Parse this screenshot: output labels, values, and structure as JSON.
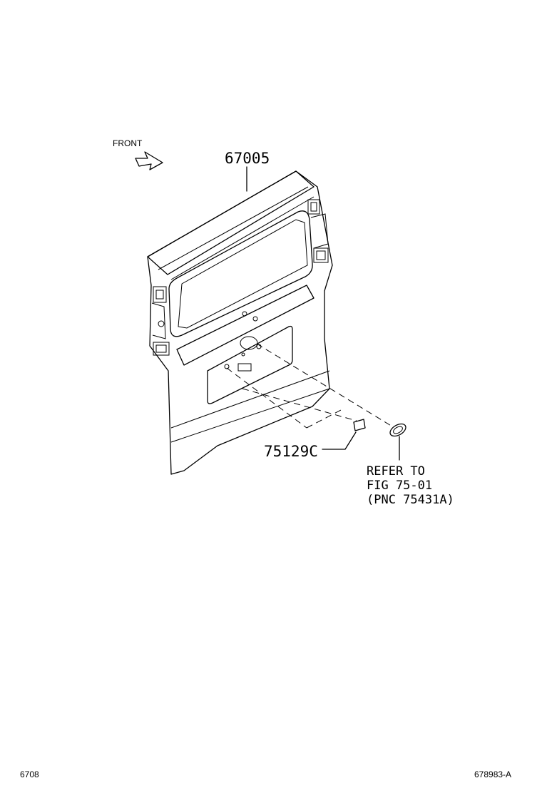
{
  "front_label": "FRONT",
  "parts": {
    "back_door_panel": "67005",
    "clip": "75129C"
  },
  "reference_note": {
    "line1": "REFER TO",
    "line2": "FIG 75-01",
    "line3": "(PNC 75431A)"
  },
  "footer": {
    "page_code": "6708",
    "figure_id": "678983-A"
  }
}
